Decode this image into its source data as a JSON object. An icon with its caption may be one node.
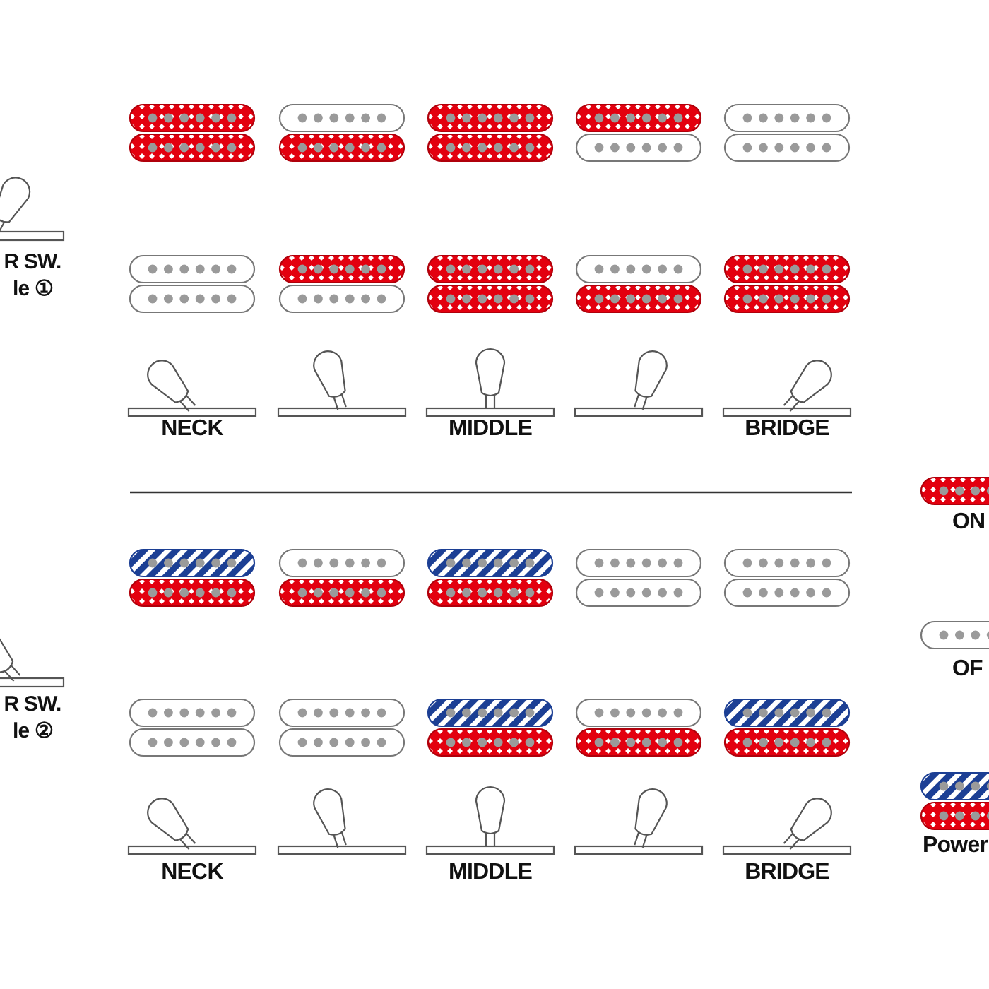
{
  "diagram": {
    "labels": [
      "R SW. le ①",
      "NECK",
      "MIDDLE",
      "BRIDGE",
      "R SW. le ②",
      "NECK",
      "MIDDLE",
      "BRIDGE"
    ],
    "legend": [
      {
        "text": "ON"
      },
      {
        "text": "OF"
      },
      {
        "text": "Power"
      }
    ]
  }
}
